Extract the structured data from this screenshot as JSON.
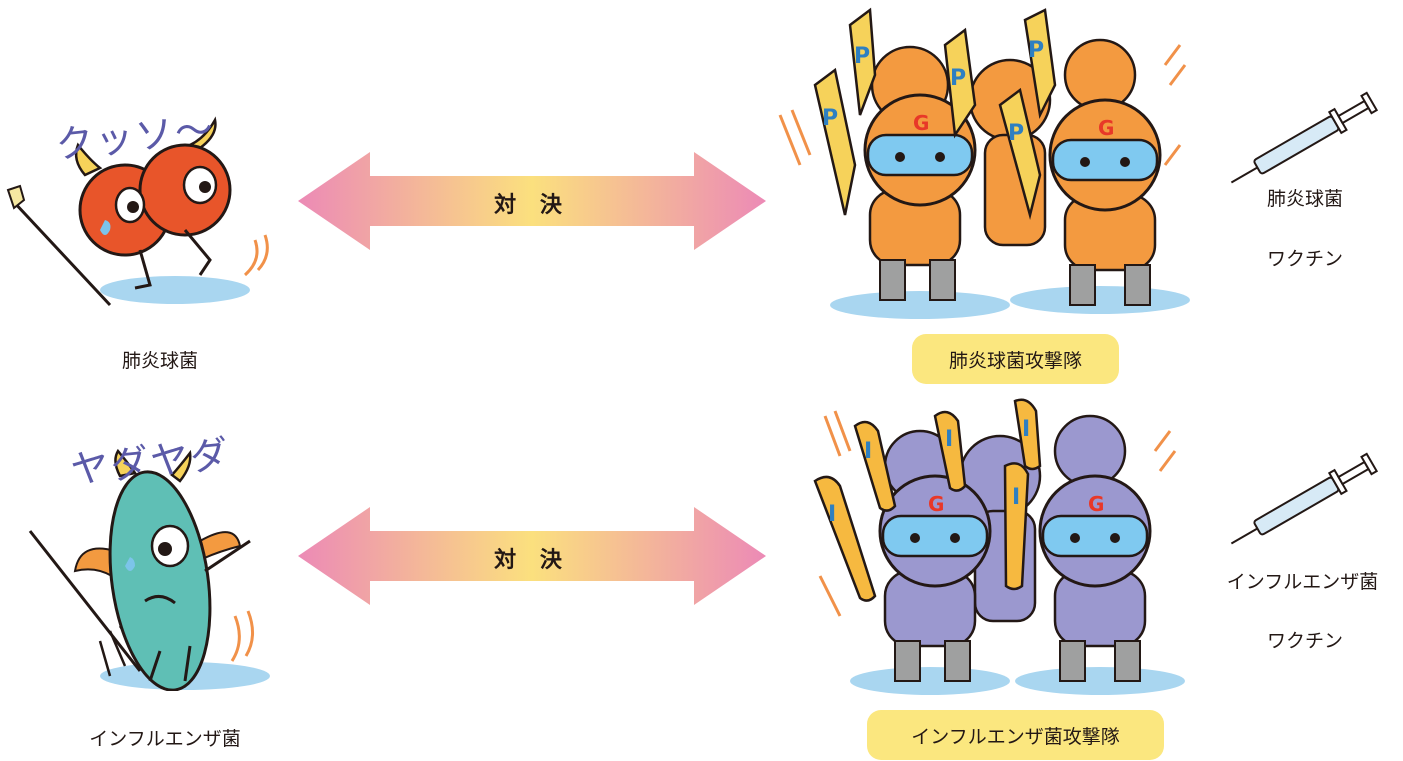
{
  "colors": {
    "arrow_pink": "#ec8ab6",
    "arrow_yellow": "#fbe07e",
    "pill_bg": "#fbe77f",
    "pneumococcus_body": "#e8552a",
    "influenza_body": "#5fbfb5",
    "pneumo_team_suit": "#f39a40",
    "influenza_team_suit": "#9b98cf",
    "shadow": "#a9d6f0"
  },
  "rows": [
    {
      "villain_caption": "肺炎球菌",
      "villain_exclaim": "クッソ〜",
      "arrow_label": "対 決",
      "team_label": "肺炎球菌攻撃隊",
      "vaccine_name": "肺炎球菌",
      "vaccine_suffix": "ワクチン",
      "shield_letter": "P",
      "helmet_letter": "G"
    },
    {
      "villain_caption": "インフルエンザ菌",
      "villain_exclaim": "ヤダヤダ",
      "arrow_label": "対 決",
      "team_label": "インフルエンザ菌攻撃隊",
      "vaccine_name": "インフルエンザ菌",
      "vaccine_suffix": "ワクチン",
      "shield_letter": "I",
      "helmet_letter": "G"
    }
  ]
}
